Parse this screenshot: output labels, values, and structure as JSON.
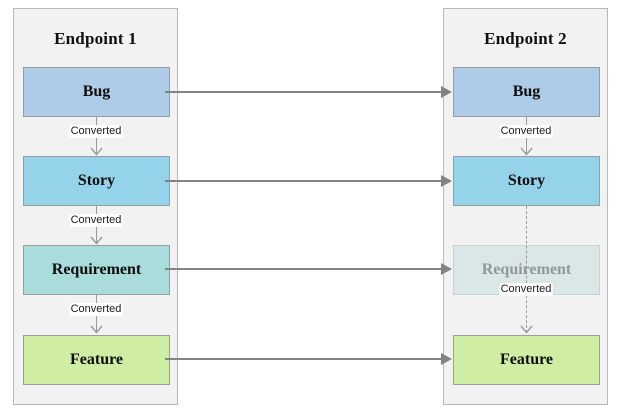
{
  "diagram": {
    "title_left": "Endpoint 1",
    "title_right": "Endpoint 2",
    "edge_label": "Converted",
    "colors": {
      "bug": "#aecbe8",
      "story": "#94d3ea",
      "requirement": "#a9dcdb",
      "requirement_faded": "#dbe7e7",
      "feature": "#cfeda3",
      "panel_bg": "#f2f2f2",
      "panel_border": "#b8b8b8",
      "node_border": "#9c9c9c",
      "connector": "#9b9b9b",
      "cross_arrow": "#838383",
      "label_text": "#1a1a1a",
      "faded_text": "#8e9a9a"
    }
  },
  "endpoint1": {
    "title": "Endpoint 1",
    "nodes": [
      {
        "id": "bug",
        "label": "Bug"
      },
      {
        "id": "story",
        "label": "Story"
      },
      {
        "id": "requirement",
        "label": "Requirement"
      },
      {
        "id": "feature",
        "label": "Feature"
      }
    ],
    "edges": [
      {
        "from": "bug",
        "to": "story",
        "label": "Converted"
      },
      {
        "from": "story",
        "to": "requirement",
        "label": "Converted"
      },
      {
        "from": "requirement",
        "to": "feature",
        "label": "Converted"
      }
    ]
  },
  "endpoint2": {
    "title": "Endpoint 2",
    "nodes": [
      {
        "id": "bug",
        "label": "Bug",
        "state": "active"
      },
      {
        "id": "story",
        "label": "Story",
        "state": "active"
      },
      {
        "id": "requirement",
        "label": "Requirement",
        "state": "faded"
      },
      {
        "id": "feature",
        "label": "Feature",
        "state": "active"
      }
    ],
    "edges": [
      {
        "from": "bug",
        "to": "story",
        "label": "Converted",
        "style": "solid"
      },
      {
        "from": "story",
        "to": "feature",
        "label": "Converted",
        "style": "dashed"
      }
    ]
  },
  "mappings": [
    {
      "from": "Bug",
      "to": "Bug"
    },
    {
      "from": "Story",
      "to": "Story"
    },
    {
      "from": "Requirement",
      "to": "Requirement"
    },
    {
      "from": "Feature",
      "to": "Feature"
    }
  ]
}
